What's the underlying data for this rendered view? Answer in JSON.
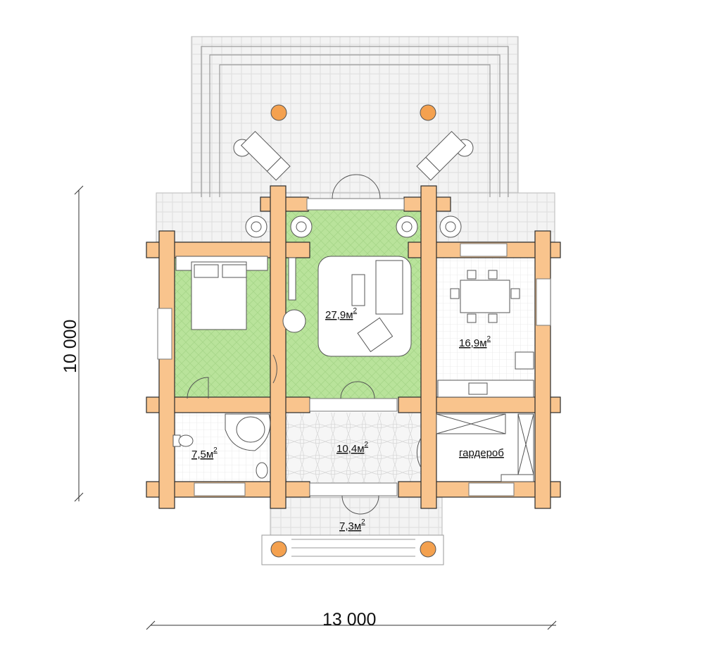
{
  "plan": {
    "dimensions": {
      "width_label": "13 000",
      "height_label": "10 000"
    },
    "rooms": [
      {
        "id": "living",
        "area": "27,9",
        "unit": "м",
        "sup": "2"
      },
      {
        "id": "kitchen",
        "area": "16,9",
        "unit": "м",
        "sup": "2"
      },
      {
        "id": "bathroom",
        "area": "7,5",
        "unit": "м",
        "sup": "2"
      },
      {
        "id": "hall",
        "area": "10,4",
        "unit": "м",
        "sup": "2"
      },
      {
        "id": "porch",
        "area": "7,3",
        "unit": "м",
        "sup": "2"
      },
      {
        "id": "wardrobe",
        "label": "гардероб"
      }
    ],
    "colors": {
      "log_wall": "#f9c48d",
      "log_outline": "#2a2a2a",
      "green_floor": "#b9e39b",
      "terrace_tile": "#f1f1f1",
      "tile_floor": "#f7f7f7",
      "column": "#f4a14f"
    }
  }
}
